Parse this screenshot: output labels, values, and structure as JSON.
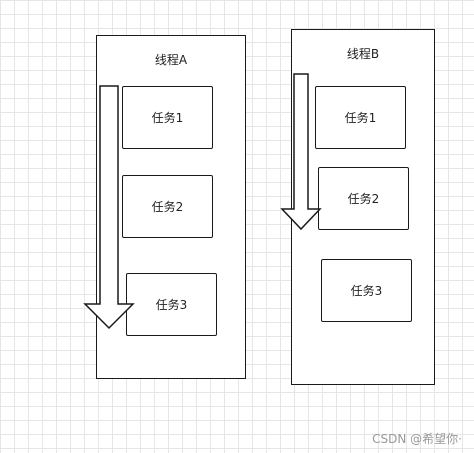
{
  "threads": [
    {
      "title": "线程A",
      "tasks": [
        "任务1",
        "任务2",
        "任务3"
      ]
    },
    {
      "title": "线程B",
      "tasks": [
        "任务1",
        "任务2",
        "任务3"
      ]
    }
  ],
  "watermark": "CSDN @希望你·"
}
